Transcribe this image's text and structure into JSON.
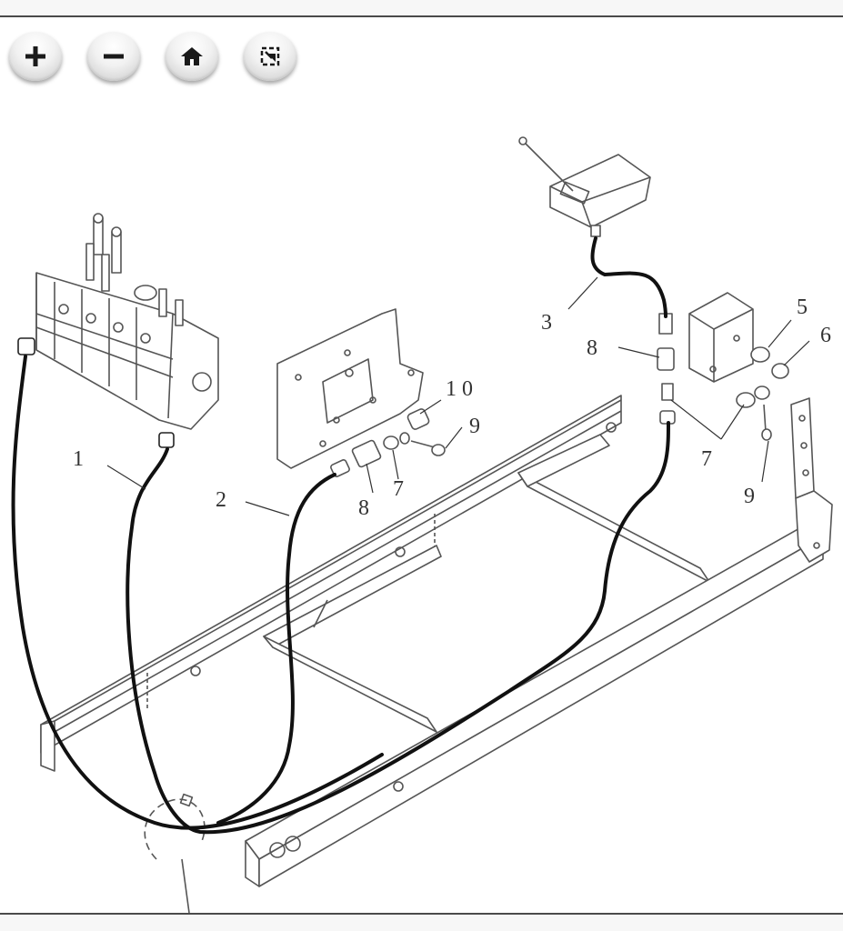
{
  "toolbar": {
    "buttons": [
      {
        "name": "zoom-in",
        "icon": "plus-icon"
      },
      {
        "name": "zoom-out",
        "icon": "minus-icon"
      },
      {
        "name": "home",
        "icon": "home-icon"
      },
      {
        "name": "fit",
        "icon": "fit-to-screen-icon"
      }
    ]
  },
  "diagram": {
    "callouts": {
      "c1": "1",
      "c2": "2",
      "c3": "3",
      "c5": "5",
      "c6": "6",
      "c7a": "7",
      "c7b": "7",
      "c8a": "8",
      "c8b": "8",
      "c9a": "9",
      "c9b": "9",
      "c10": "1 0"
    }
  },
  "colors": {
    "line": "#333333",
    "hose": "#111111",
    "background": "#ffffff"
  }
}
